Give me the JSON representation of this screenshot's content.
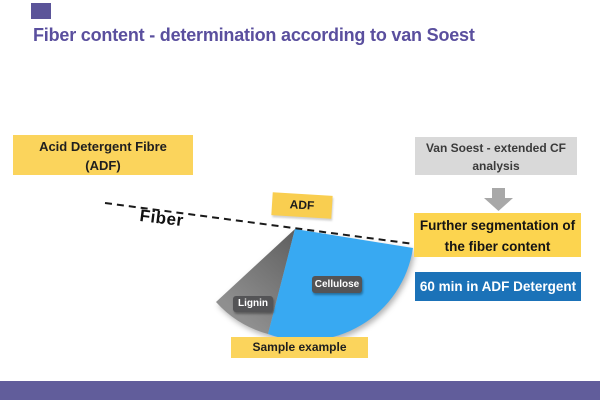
{
  "slide": {
    "title": "Fiber content - determination according to van Soest",
    "title_color": "#5a4f9e",
    "footer_bar_color": "#615d9b",
    "corner_square_color": "#5b5499"
  },
  "adf_box": {
    "line1": "Acid Detergent Fibre",
    "line2": "(ADF)",
    "bg": "#fbd45c"
  },
  "flow": {
    "source_box": {
      "line1": "Van Soest - extended CF",
      "line2": "analysis",
      "bg": "#d9d9d9"
    },
    "arrow_icon": "down-block-arrow",
    "arrow_color": "#a8a8a8",
    "result_box": {
      "line1": "Further segmentation of",
      "line2": "the fiber content",
      "bg": "#fcd44f"
    },
    "method_box": {
      "label": "60 min in ADF Detergent",
      "bg": "#1b72b8"
    }
  },
  "diagram": {
    "axis_label": "Fiber",
    "adf_chip": "ADF",
    "adf_chip_bg": "#f9ce50",
    "segments": [
      {
        "name": "Cellulose",
        "color": "#38a9f2"
      },
      {
        "name": "Lignin",
        "color": "#808080"
      }
    ],
    "caption": "Sample example",
    "caption_bg": "#fbd45c"
  }
}
